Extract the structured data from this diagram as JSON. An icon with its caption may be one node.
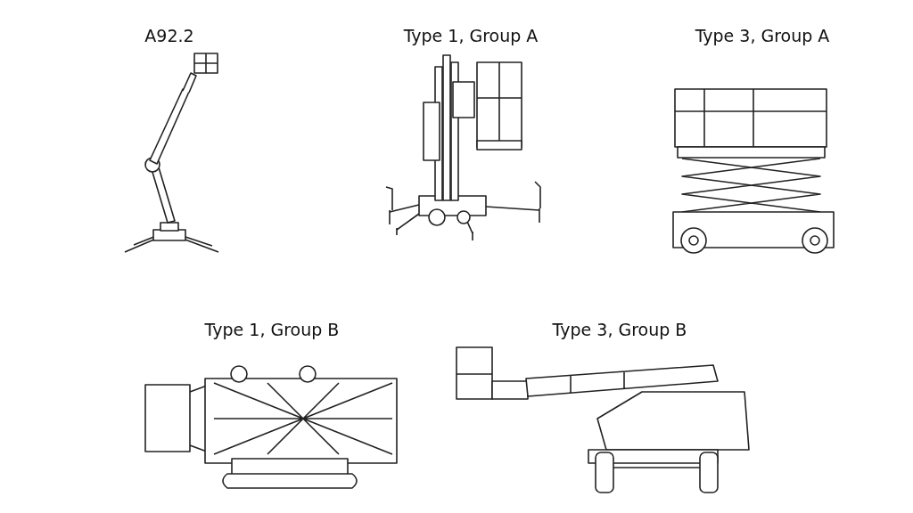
{
  "diagram": {
    "labels": [
      "A92.2",
      "Type 1, Group A",
      "Type 3, Group A",
      "Type 1, Group B",
      "Type 3, Group B"
    ]
  }
}
